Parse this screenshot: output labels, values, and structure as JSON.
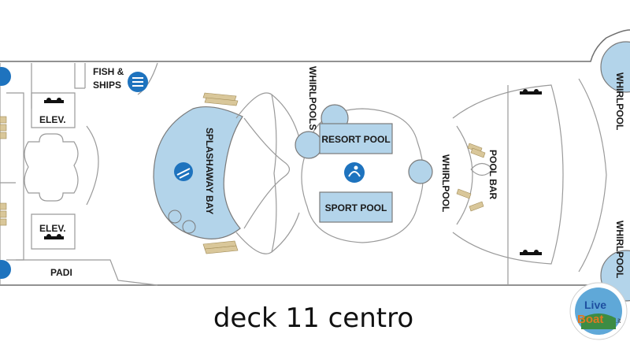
{
  "deck": {
    "caption": "deck 11 centro"
  },
  "labels": {
    "fish_ships": [
      "FISH &",
      "SHIPS"
    ],
    "elev_top": "ELEV.",
    "elev_bottom": "ELEV.",
    "padi": "PADI",
    "splashaway": "SPLASHAWAY BAY",
    "whirlpools": "WHIRLPOOLS",
    "resort_pool": "RESORT POOL",
    "sport_pool": "SPORT POOL",
    "whirlpool_mid": "WHIRLPOOL",
    "pool_bar": "POOL BAR",
    "whirlpool_right_top": "WHIRLPOOL",
    "whirlpool_right_bottom": "WHIRLPOOL"
  },
  "logo": {
    "line1": "Live",
    "line2": "Boat",
    "suffix": ".it"
  },
  "icons": {
    "dining": "dining-icon",
    "restroom": "restroom-icon",
    "waterslide": "waterslide-icon",
    "pool": "pool-icon"
  },
  "colors": {
    "pool_fill": "#b3d4ea",
    "icon_blue": "#1e73be",
    "stairs": "#d9c79a"
  }
}
